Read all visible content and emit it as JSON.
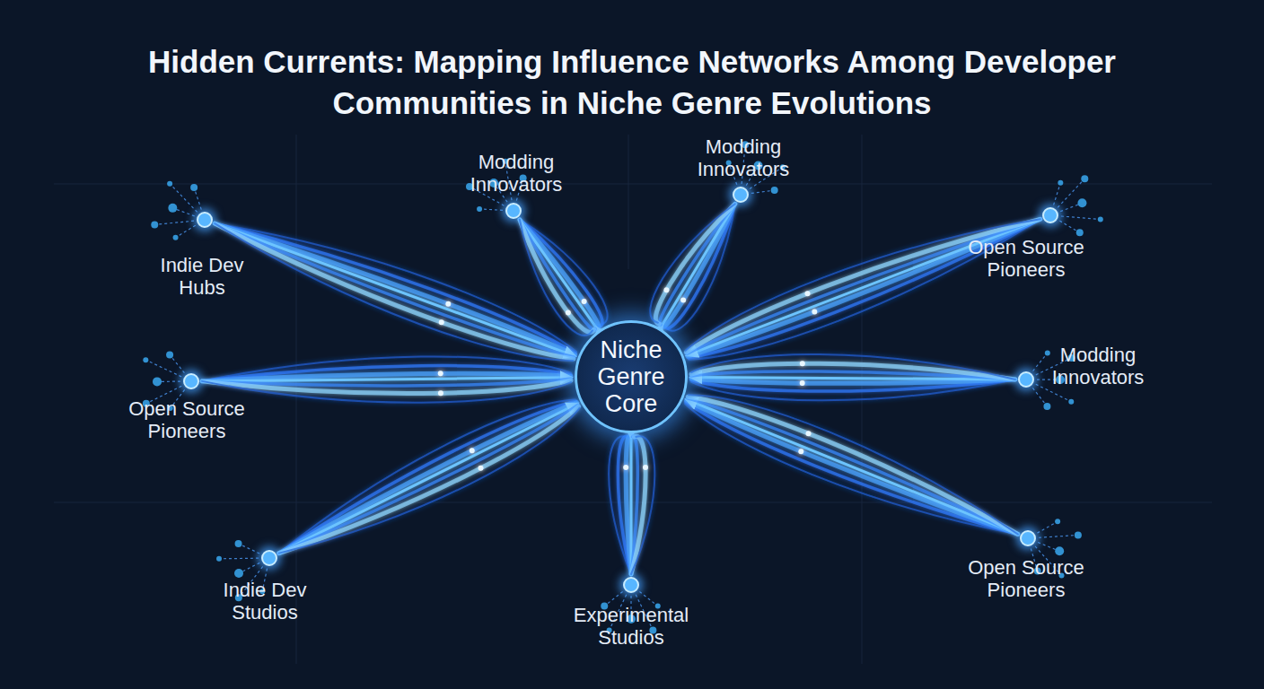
{
  "diagram": {
    "title": "Hidden Currents: Mapping Influence Networks Among Developer Communities in Niche Genre Evolutions",
    "nodes": [
      {
        "text": [
          "Indie Dev Hubs"
        ]
      },
      {
        "text": [
          "Modding Innovators"
        ]
      },
      {
        "text": [
          "Modding Innovators"
        ]
      },
      {
        "text": [
          "Open Source Pioneers"
        ]
      },
      {
        "text": [
          "Open Source Pioneers"
        ]
      },
      {
        "text": [
          "Niche Genre Core"
        ]
      },
      {
        "text": [
          "Modding Innovators"
        ]
      },
      {
        "text": [
          "Indie Dev Studios"
        ]
      },
      {
        "text": [
          "Experimental Studios"
        ]
      },
      {
        "text": [
          "Open Source Pioneers"
        ]
      }
    ],
    "edges": [
      {
        "from": 0,
        "to": 5,
        "arrow": "to"
      },
      {
        "from": 1,
        "to": 5,
        "arrow": "to"
      },
      {
        "from": 2,
        "to": 5,
        "arrow": "to"
      },
      {
        "from": 3,
        "to": 5,
        "arrow": "to"
      },
      {
        "from": 4,
        "to": 5,
        "arrow": "to"
      },
      {
        "from": 6,
        "to": 5,
        "arrow": "to"
      },
      {
        "from": 7,
        "to": 5,
        "arrow": "to"
      },
      {
        "from": 8,
        "to": 5,
        "arrow": "to"
      },
      {
        "from": 9,
        "to": 5,
        "arrow": "to"
      }
    ]
  }
}
